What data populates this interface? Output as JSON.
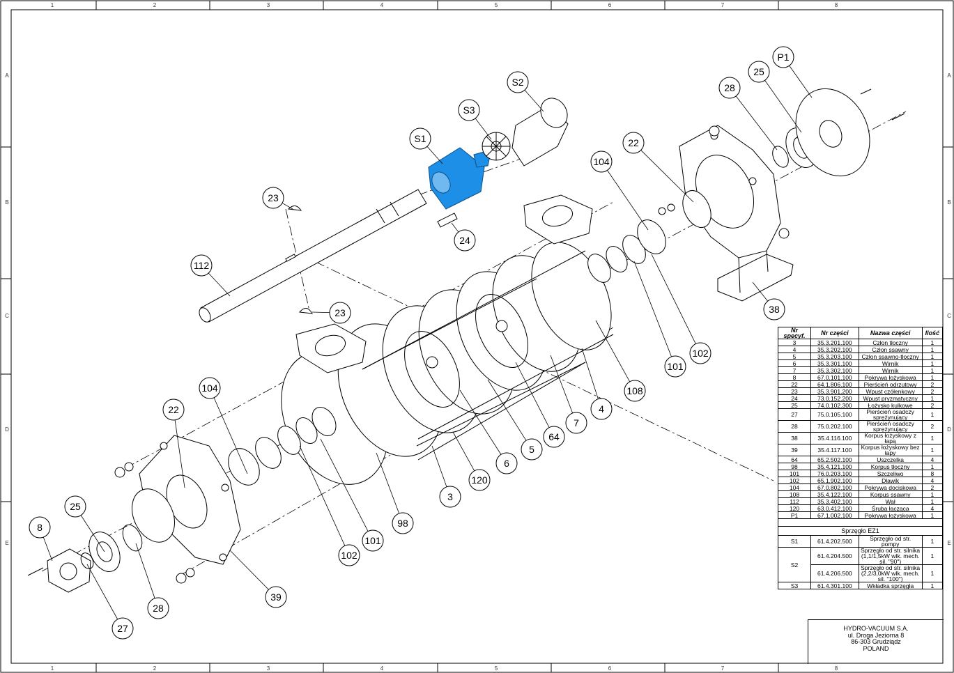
{
  "sheet": {
    "zones_top": [
      "1",
      "2",
      "3",
      "4",
      "5",
      "6",
      "7",
      "8"
    ],
    "zones_side": [
      "A",
      "B",
      "C",
      "D",
      "E"
    ]
  },
  "colors": {
    "highlight": "#1e8fe6",
    "line": "#000000",
    "paper": "#ffffff"
  },
  "balloons": [
    "P1",
    "25",
    "28",
    "S2",
    "S3",
    "S1",
    "22",
    "104",
    "23",
    "24",
    "112",
    "23",
    "38",
    "102",
    "101",
    "108",
    "4",
    "7",
    "64",
    "5",
    "6",
    "120",
    "3",
    "98",
    "101",
    "102",
    "104",
    "22",
    "25",
    "8",
    "28",
    "27",
    "39"
  ],
  "bom": {
    "headers": [
      "Nr specyf.",
      "Nr części",
      "Nazwa części",
      "Ilość"
    ],
    "rows": [
      [
        "3",
        "35.3.201.100",
        "Człon tłoczny",
        "1"
      ],
      [
        "4",
        "35.3.202.100",
        "Człon ssawny",
        "1"
      ],
      [
        "5",
        "35.3.203.100",
        "Człon ssawno-tłoczny",
        "1"
      ],
      [
        "6",
        "35.3.301.100",
        "Wirnik",
        "1"
      ],
      [
        "7",
        "35.3.302.100",
        "Wirnik",
        "1"
      ],
      [
        "8",
        "67.0.101.100",
        "Pokrywa łożyskowa",
        "1"
      ],
      [
        "22",
        "64.1.806.100",
        "Pierścień odrzutowy",
        "2"
      ],
      [
        "23",
        "35.3.901.200",
        "Wpust czółenkowy",
        "2"
      ],
      [
        "24",
        "73.0.152.200",
        "Wpust pryzmatyczny",
        "1"
      ],
      [
        "25",
        "74.0.102.300",
        "Łożysko kulkowe",
        "2"
      ],
      [
        "27",
        "75.0.105.100",
        "Pierścień osadczy sprężynujący",
        "1"
      ],
      [
        "28",
        "75.0.202.100",
        "Pierścień osadczy sprężynujący",
        "2"
      ],
      [
        "38",
        "35.4.116.100",
        "Korpus łożyskowy z łapą",
        "1"
      ],
      [
        "39",
        "35.4.117.100",
        "Korpus łożyskowy bez łapy",
        "1"
      ],
      [
        "64",
        "65.2.502.100",
        "Uszczelka",
        "4"
      ],
      [
        "98",
        "35.4.121.100",
        "Korpus tłoczny",
        "1"
      ],
      [
        "101",
        "76.0.203.100",
        "Szczeliwo",
        "8"
      ],
      [
        "102",
        "65.1.902.100",
        "Dławik",
        "4"
      ],
      [
        "104",
        "67.0.802.100",
        "Pokrywa dociskowa",
        "2"
      ],
      [
        "108",
        "35.4.122.100",
        "Korpus ssawny",
        "1"
      ],
      [
        "112",
        "35.3.402.100",
        "Wał",
        "1"
      ],
      [
        "120",
        "63.0.412.100",
        "Śruba łącząca",
        "4"
      ],
      [
        "P1",
        "67.1.002.100",
        "Pokrywa łożyskowa",
        "1"
      ]
    ],
    "group_title": "Sprzęgło EZ1",
    "group_rows": [
      [
        "S1",
        "61.4.202.500",
        "Sprzęgło od str. pompy",
        "1"
      ],
      [
        "S2",
        "61.4.204.500",
        "Sprzęgło od str. silnika (1,1/1,5kW wlk. mech. sil. \"90\")",
        "1"
      ],
      [
        "",
        "61.4.206.500",
        "Sprzęgło od str. silnika (2,2/3,0kW wlk. mech. sil. \"100\")",
        "1"
      ],
      [
        "S3",
        "61.4.301.100",
        "Wkładka sprzęgła",
        "1"
      ]
    ]
  },
  "title_block": {
    "company": "HYDRO-VACUUM S.A.",
    "street": "ul. Droga Jeziorna 8",
    "city": "86-303 Grudziądz",
    "country": "POLAND"
  }
}
